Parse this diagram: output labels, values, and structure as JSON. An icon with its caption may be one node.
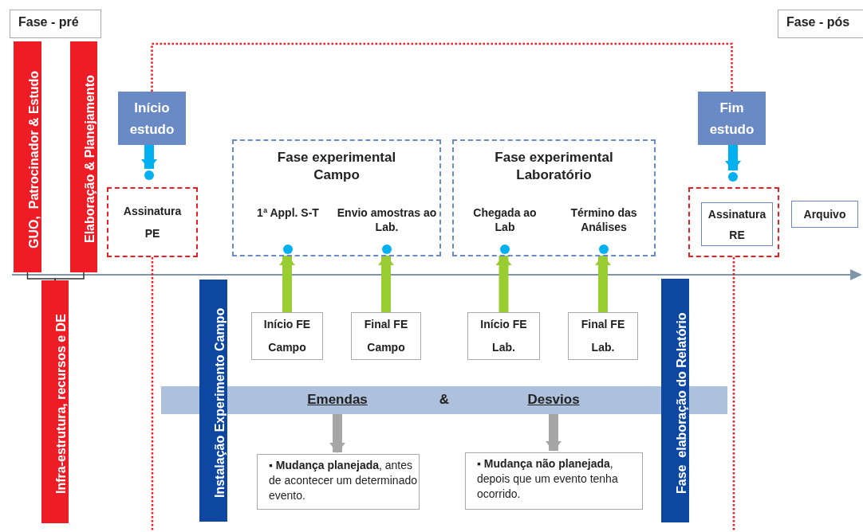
{
  "diagram": {
    "nodes": [
      {
        "text": [
          "Fase - pré"
        ]
      },
      {
        "text": [
          "Fase - pós"
        ]
      },
      {
        "text": [
          "GUO,  Patrocinador & Estudo"
        ]
      },
      {
        "text": [
          "Elaboração & Planejamento"
        ]
      },
      {
        "text": [
          "Início estudo"
        ]
      },
      {
        "text": [
          "Fim estudo"
        ]
      },
      {
        "text": [],
        "shape": "circle"
      },
      {
        "text": [
          "Assinatura",
          "PE"
        ]
      },
      {
        "text": [
          "Fase experimental Campo"
        ]
      },
      {
        "text": [],
        "shape": "circle",
        "beside": [
          "1ª Appl. S-T"
        ],
        "in": 8
      },
      {
        "text": [],
        "shape": "circle",
        "beside": [
          "Envio amostras ao Lab."
        ],
        "in": 8
      },
      {
        "text": [
          "Fase experimental Laboratório"
        ]
      },
      {
        "text": [],
        "shape": "circle",
        "beside": [
          "Chegada ao Lab"
        ],
        "in": 11
      },
      {
        "text": [],
        "shape": "circle",
        "beside": [
          "Término das Análises"
        ],
        "in": 11
      },
      {
        "text": [],
        "shape": "circle"
      },
      {
        "text": [],
        "shape": "box"
      },
      {
        "text": [
          "Assinatura",
          "RE"
        ],
        "in": 15
      },
      {
        "text": [
          "Arquivo"
        ]
      },
      {
        "text": [
          "Infra-estrutura, recursos e DE"
        ]
      },
      {
        "text": [
          "Instalação Experimento Campo"
        ]
      },
      {
        "text": [
          "Início FE",
          "Campo"
        ]
      },
      {
        "text": [
          "Final FE",
          "Campo"
        ]
      },
      {
        "text": [
          "Início FE",
          "Lab."
        ]
      },
      {
        "text": [
          "Final FE",
          "Lab."
        ]
      },
      {
        "text": [
          "Fase  elaboração do Relatório"
        ]
      },
      {
        "text": [
          "Emendas",
          "&",
          "Desvios"
        ]
      },
      {
        "text": [
          "▪ **Mudança planejada**, antes de acontecer um determinado evento."
        ]
      },
      {
        "text": [
          "▪ **Mudança não planejada**, depois que um evento tenha ocorrido."
        ]
      }
    ],
    "edges": [
      {
        "from": 4,
        "to": 5,
        "arrow": "none",
        "style": "dashed",
        "color": "#ee1c25"
      },
      {
        "from": 4,
        "to": 6,
        "arrow": "to",
        "color": "#00b0f0"
      },
      {
        "from": 5,
        "to": 14,
        "arrow": "to",
        "color": "#00b0f0"
      },
      {
        "from": 7,
        "to": null,
        "arrow": "none",
        "style": "dashed",
        "color": "#ee1c25"
      },
      {
        "from": 15,
        "to": null,
        "arrow": "none",
        "style": "dashed",
        "color": "#ee1c25"
      },
      {
        "from": 2,
        "to": 18,
        "arrow": "none",
        "color": "#333333"
      },
      {
        "from": 3,
        "to": 18,
        "arrow": "none",
        "color": "#333333"
      },
      {
        "from": 20,
        "to": 9,
        "arrow": "to",
        "color": "#9acd32"
      },
      {
        "from": 21,
        "to": 10,
        "arrow": "to",
        "color": "#9acd32"
      },
      {
        "from": 22,
        "to": 12,
        "arrow": "to",
        "color": "#9acd32"
      },
      {
        "from": 23,
        "to": 13,
        "arrow": "to",
        "color": "#9acd32"
      },
      {
        "from": 25,
        "to": 26,
        "arrow": "to",
        "color": "#a6a6a6"
      },
      {
        "from": 25,
        "to": 27,
        "arrow": "to",
        "color": "#a6a6a6"
      }
    ]
  }
}
